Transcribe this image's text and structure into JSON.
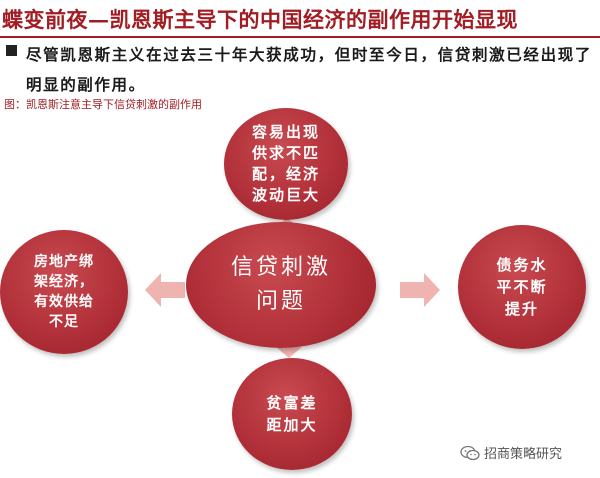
{
  "slide": {
    "title": "蝶变前夜—凯恩斯主导下的中国经济的副作用开始显现",
    "bullet": "尽管凯恩斯主义在过去三十年大获成功，但时至今日，信贷刺激已经出现了明显的副作用。",
    "caption": "图：凯恩斯注意主导下信贷刺激的副作用"
  },
  "diagram": {
    "center": "信贷刺激\n问题",
    "top": "容易出现\n供求不匹\n配，经济\n波动巨大",
    "left": "房地产绑\n架经济，\n有效供给\n不足",
    "right": "债务水\n平不断\n提升",
    "bottom": "贫富差\n距加大",
    "colors": {
      "circle": "#b2313a",
      "arrow": "#f0b4b0",
      "title": "#a11d23"
    }
  },
  "watermark": {
    "icon": "wechat-icon",
    "text": "招商策略研究"
  }
}
